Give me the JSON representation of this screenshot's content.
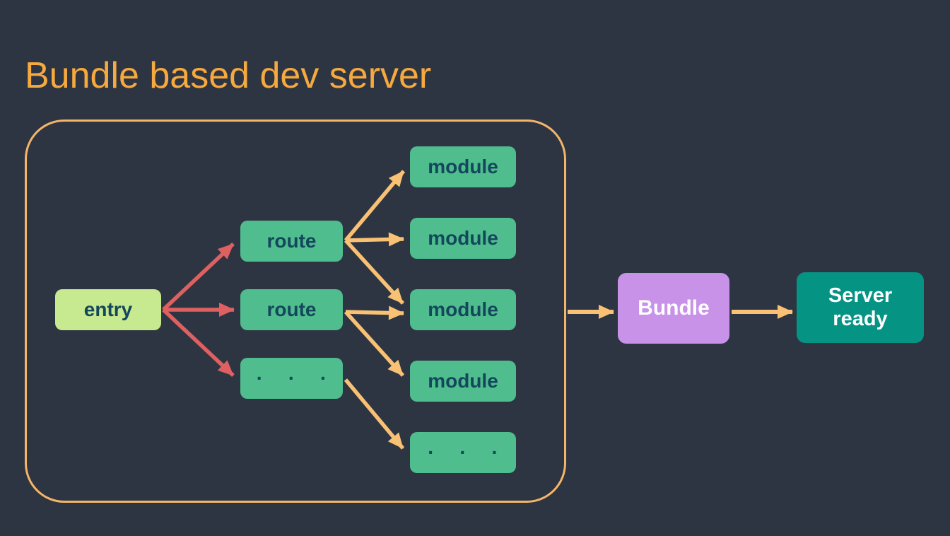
{
  "title": "Bundle based dev server",
  "colors": {
    "background": "#2e3542",
    "title_text": "#f6a93e",
    "container_border": "#f4b568",
    "arrow_orange": "#f9c173",
    "arrow_red": "#df6060",
    "node_green": "#4fbd8e",
    "node_lime": "#c7e98f",
    "node_purple": "#c792e8",
    "node_teal": "#059384",
    "node_text_dark": "#14475c",
    "node_text_light": "#ffffff"
  },
  "diagram": {
    "entry": {
      "label": "entry"
    },
    "routes": [
      {
        "label": "route"
      },
      {
        "label": "route"
      },
      {
        "label": "· · ·"
      }
    ],
    "modules": [
      {
        "label": "module"
      },
      {
        "label": "module"
      },
      {
        "label": "module"
      },
      {
        "label": "module"
      },
      {
        "label": "· · ·"
      }
    ],
    "bundle": {
      "label": "Bundle"
    },
    "server_ready": {
      "label": "Server\nready"
    },
    "edges": [
      {
        "from": "entry",
        "to": "route-1",
        "color": "red"
      },
      {
        "from": "entry",
        "to": "route-2",
        "color": "red"
      },
      {
        "from": "entry",
        "to": "route-3",
        "color": "red"
      },
      {
        "from": "route-1",
        "to": "module-1",
        "color": "orange"
      },
      {
        "from": "route-1",
        "to": "module-2",
        "color": "orange"
      },
      {
        "from": "route-1",
        "to": "module-3",
        "color": "orange"
      },
      {
        "from": "route-2",
        "to": "module-3",
        "color": "orange"
      },
      {
        "from": "route-2",
        "to": "module-4",
        "color": "orange"
      },
      {
        "from": "route-3",
        "to": "module-5",
        "color": "orange"
      },
      {
        "from": "dev-server-container",
        "to": "bundle",
        "color": "orange"
      },
      {
        "from": "bundle",
        "to": "server-ready",
        "color": "orange"
      }
    ]
  }
}
